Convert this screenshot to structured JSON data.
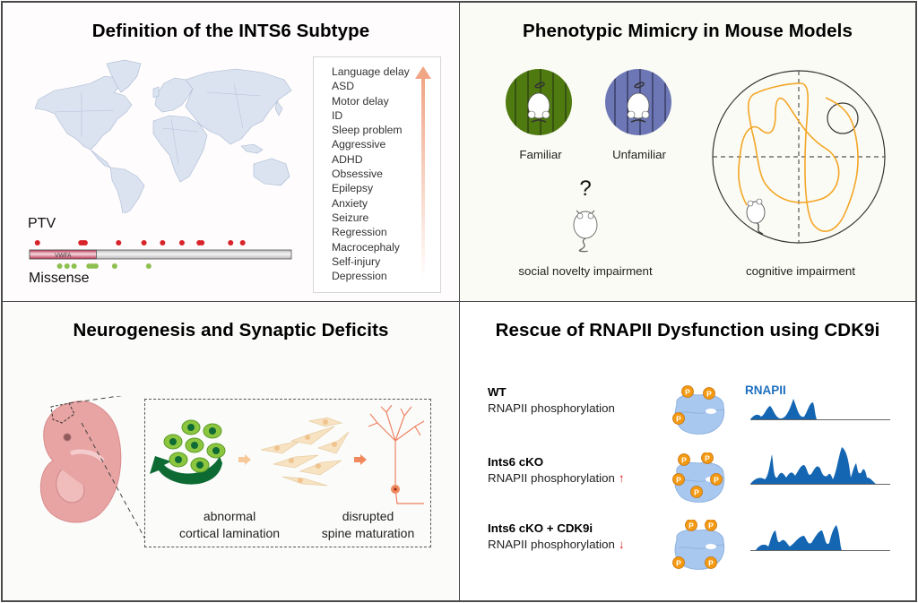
{
  "panels": {
    "definition": {
      "title": "Definition of the INTS6 Subtype",
      "map_label": "world-map",
      "ptv_label": "PTV",
      "missense_label": "Missense",
      "domain_label": "VWFA",
      "colors": {
        "map_fill": "#dbe3f0",
        "map_border": "#a9b8d4",
        "ptv": "#d8232a",
        "missense": "#8dc04f",
        "domain": "#c2405a",
        "protein": "#cfcfcf",
        "arrow": "#f0a585"
      },
      "ptv_positions": [
        0.03,
        0.196,
        0.204,
        0.212,
        0.34,
        0.437,
        0.508,
        0.582,
        0.648,
        0.658,
        0.768,
        0.814
      ],
      "missense_positions": [
        0.115,
        0.143,
        0.17,
        0.227,
        0.24,
        0.253,
        0.325,
        0.455
      ],
      "domain_fraction": 0.255,
      "phenotypes": [
        "Language delay",
        "ASD",
        "Motor delay",
        "ID",
        "Sleep problem",
        "Aggressive",
        "ADHD",
        "Obsessive",
        "Epilepsy",
        "Anxiety",
        "Seizure",
        "Regression",
        "Macrocephaly",
        "Self-injury",
        "Depression"
      ]
    },
    "mouse": {
      "title": "Phenotypic Mimicry in Mouse Models",
      "familiar_label": "Familiar",
      "unfamiliar_label": "Unfamiliar",
      "question": "?",
      "social_caption": "social novelty impairment",
      "cognitive_caption": "cognitive impairment",
      "colors": {
        "familiar": "#4f7a10",
        "unfamiliar": "#6d77b5",
        "path": "#f3a626"
      }
    },
    "neuro": {
      "title": "Neurogenesis and Synaptic Deficits",
      "caption_left_line1": "abnormal",
      "caption_left_line2": "cortical lamination",
      "caption_right_line1": "disrupted",
      "caption_right_line2": "spine maturation",
      "colors": {
        "embryo": "#e39a9a",
        "cell": "#8cc63f",
        "cell_nucleus": "#0e6b35",
        "curved_arrow": "#0d6a33",
        "migrating": "#f7e2c2",
        "neuron": "#ee8062"
      }
    },
    "rescue": {
      "title": "Rescue of RNAPII Dysfunction using CDK9i",
      "track_label": "RNAPII",
      "conditions": [
        {
          "name": "WT",
          "desc": "RNAPII phosphorylation",
          "change": "",
          "phospho_count": 3
        },
        {
          "name": "Ints6 cKO",
          "desc": "RNAPII phosphorylation",
          "change": "↑",
          "phospho_count": 5
        },
        {
          "name": "Ints6 cKO + CDK9i",
          "desc": "RNAPII phosphorylation",
          "change": "↓",
          "phospho_count": 4
        }
      ],
      "phospho_label": "P",
      "colors": {
        "polymerase": "#a9c8ef",
        "phospho": "#f39a12",
        "track": "#1466b3",
        "arrow": "#e01818"
      }
    }
  }
}
